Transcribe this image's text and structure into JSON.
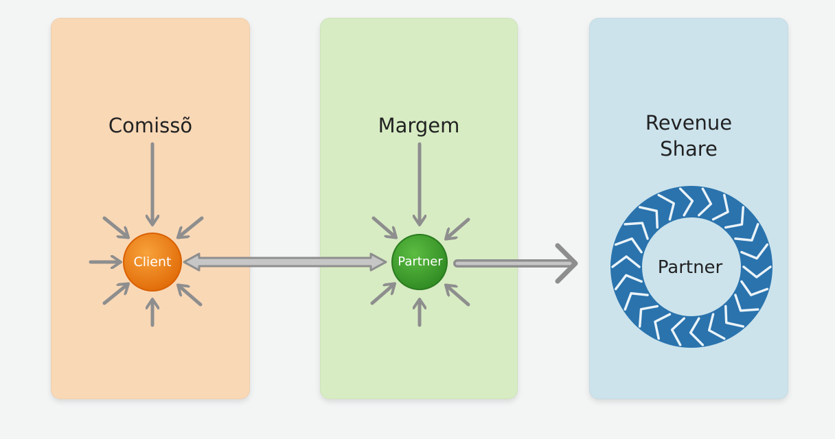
{
  "panels": {
    "comissao": {
      "title": "Comissõ"
    },
    "margem": {
      "title": "Margem"
    },
    "revenue_share": {
      "title": "Revenue Share"
    }
  },
  "nodes": {
    "client": {
      "label": "Client"
    },
    "partner_center": {
      "label": "Partner"
    },
    "partner_ring": {
      "label": "Partner"
    }
  },
  "colors": {
    "comissao_panel": "#f9d8b6",
    "margem_panel": "#d7ecc3",
    "revenue_panel": "#cce3ec",
    "client_node": "#ef7d14",
    "partner_node": "#3f9a2e",
    "ring": "#2a73ad",
    "arrow": "#8e8e8e"
  }
}
